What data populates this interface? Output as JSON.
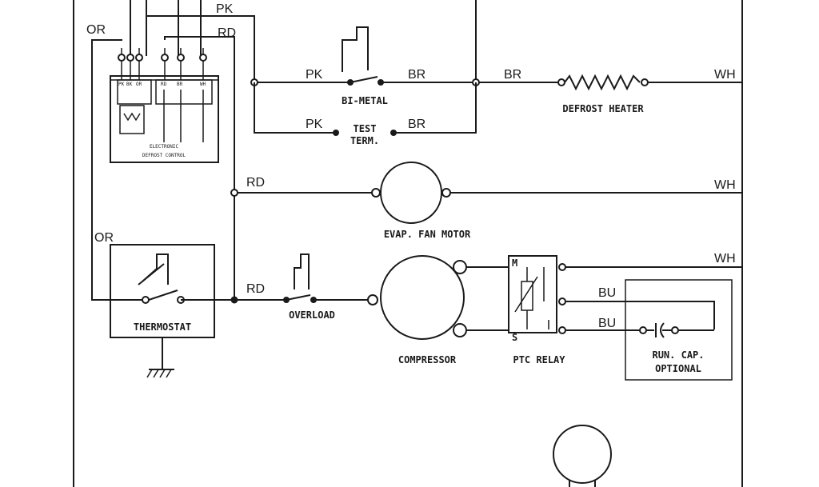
{
  "wire_labels": {
    "pk_top": "PK",
    "rd_top": "RD",
    "or_top": "OR",
    "pk_bimetal": "PK",
    "br_bimetal": "BR",
    "br_heater": "BR",
    "wh_heater": "WH",
    "pk_test": "PK",
    "br_test": "BR",
    "rd_fan": "RD",
    "wh_fan": "WH",
    "or_mid": "OR",
    "rd_overload": "RD",
    "wh_compressor": "WH",
    "bu_upper": "BU",
    "bu_lower": "BU"
  },
  "components": {
    "bimetal": "BI-METAL",
    "defrost_heater": "DEFROST HEATER",
    "test_term_1": "TEST",
    "test_term_2": "TERM.",
    "defrost_control_1": "ELECTRONIC",
    "defrost_control_2": "DEFROST CONTROL",
    "evap_fan_motor": "EVAP. FAN MOTOR",
    "thermostat": "THERMOSTAT",
    "overload": "OVERLOAD",
    "compressor": "COMPRESSOR",
    "ptc_relay": "PTC RELAY",
    "ptc_m": "M",
    "ptc_s": "S",
    "run_cap_1": "RUN. CAP.",
    "run_cap_2": "OPTIONAL"
  },
  "terminal_labels": [
    "PK",
    "BK",
    "OR",
    "RD",
    "BR",
    "WH"
  ],
  "colors": {
    "ink": "#1a1a1a",
    "paper": "#ffffff"
  }
}
